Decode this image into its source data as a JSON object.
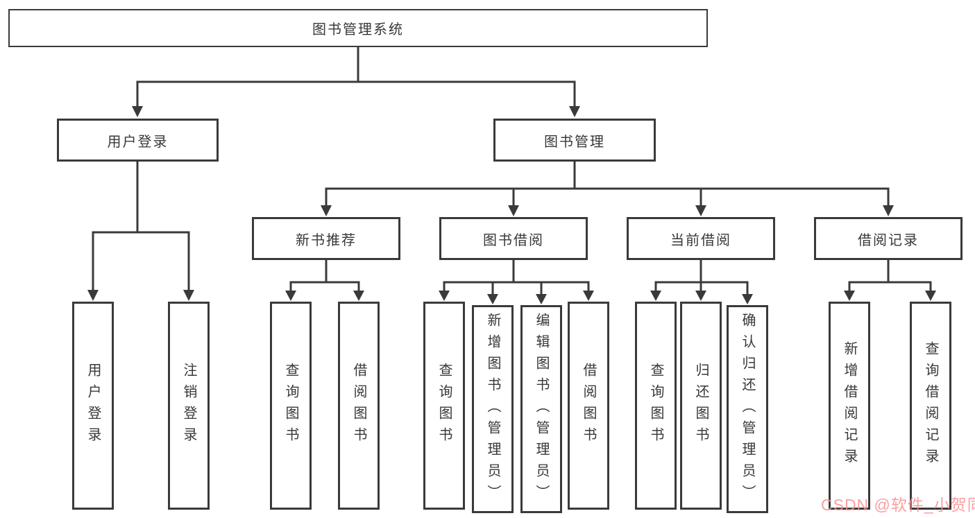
{
  "tree": {
    "root": {
      "label": "图书管理系统"
    },
    "branches": [
      {
        "label": "用户登录",
        "children": [
          {
            "label": "用户登录"
          },
          {
            "label": "注销登录"
          }
        ]
      },
      {
        "label": "图书管理",
        "children": [
          {
            "label": "新书推荐",
            "children": [
              {
                "label": "查询图书"
              },
              {
                "label": "借阅图书"
              }
            ]
          },
          {
            "label": "图书借阅",
            "children": [
              {
                "label": "查询图书"
              },
              {
                "label": "新增图书（管理员）"
              },
              {
                "label": "编辑图书（管理员）"
              },
              {
                "label": "借阅图书"
              }
            ]
          },
          {
            "label": "当前借阅",
            "children": [
              {
                "label": "查询图书"
              },
              {
                "label": "归还图书"
              },
              {
                "label": "确认归还（管理员）"
              }
            ]
          },
          {
            "label": "借阅记录",
            "children": [
              {
                "label": "新增借阅记录"
              },
              {
                "label": "查询借阅记录"
              }
            ]
          }
        ]
      }
    ]
  },
  "watermark": {
    "text": "CSDN @软件_小贺同学",
    "color": "#f98f8f"
  },
  "colors": {
    "line": "#3a3a3a",
    "box_border": "#3a3a3a",
    "text": "#383838",
    "background": "#ffffff"
  }
}
